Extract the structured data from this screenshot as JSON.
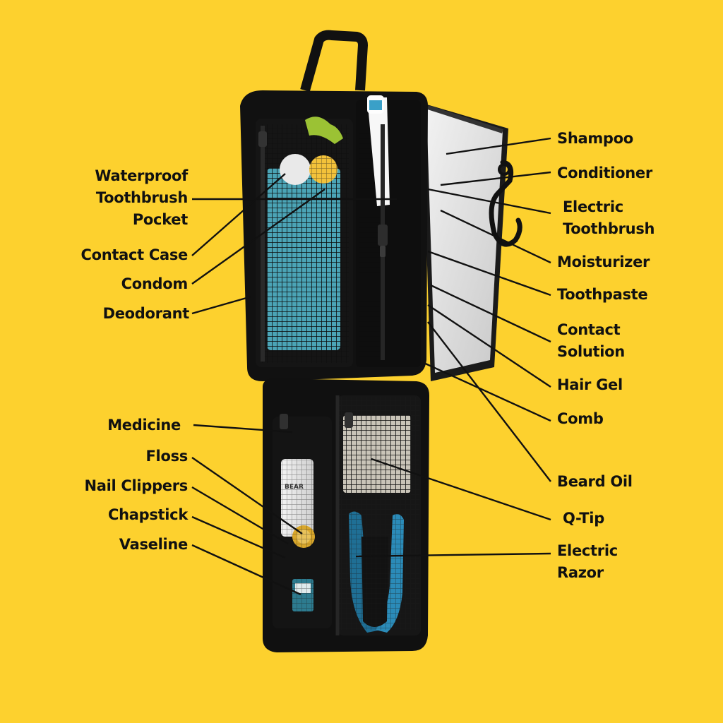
{
  "background_color": "#FDD12E",
  "labels_left": [
    {
      "id": "waterproof-toothbrush-pocket",
      "lines": [
        "Waterproof",
        "Toothbrush",
        "Pocket"
      ]
    },
    {
      "id": "contact-case",
      "lines": [
        "Contact Case"
      ]
    },
    {
      "id": "condom",
      "lines": [
        "Condom"
      ]
    },
    {
      "id": "deodorant",
      "lines": [
        "Deodorant"
      ]
    },
    {
      "id": "medicine",
      "lines": [
        "Medicine"
      ]
    },
    {
      "id": "floss",
      "lines": [
        "Floss"
      ]
    },
    {
      "id": "nail-clippers",
      "lines": [
        "Nail Clippers"
      ]
    },
    {
      "id": "chapstick",
      "lines": [
        "Chapstick"
      ]
    },
    {
      "id": "vaseline",
      "lines": [
        "Vaseline"
      ]
    }
  ],
  "labels_right": [
    {
      "id": "shampoo",
      "lines": [
        "Shampoo"
      ]
    },
    {
      "id": "conditioner",
      "lines": [
        "Conditioner"
      ]
    },
    {
      "id": "electric-toothbrush",
      "lines": [
        "Electric",
        "Toothbrush"
      ]
    },
    {
      "id": "moisturizer",
      "lines": [
        "Moisturizer"
      ]
    },
    {
      "id": "toothpaste",
      "lines": [
        "Toothpaste"
      ]
    },
    {
      "id": "contact-solution",
      "lines": [
        "Contact",
        "Solution"
      ]
    },
    {
      "id": "hair-gel",
      "lines": [
        "Hair Gel"
      ]
    },
    {
      "id": "comb",
      "lines": [
        "Comb"
      ]
    },
    {
      "id": "beard-oil",
      "lines": [
        "Beard Oil"
      ]
    },
    {
      "id": "q-tip",
      "lines": [
        "Q-Tip"
      ]
    },
    {
      "id": "electric-razor",
      "lines": [
        "Electric",
        "Razor"
      ]
    }
  ],
  "product_print_text": "BEAR"
}
